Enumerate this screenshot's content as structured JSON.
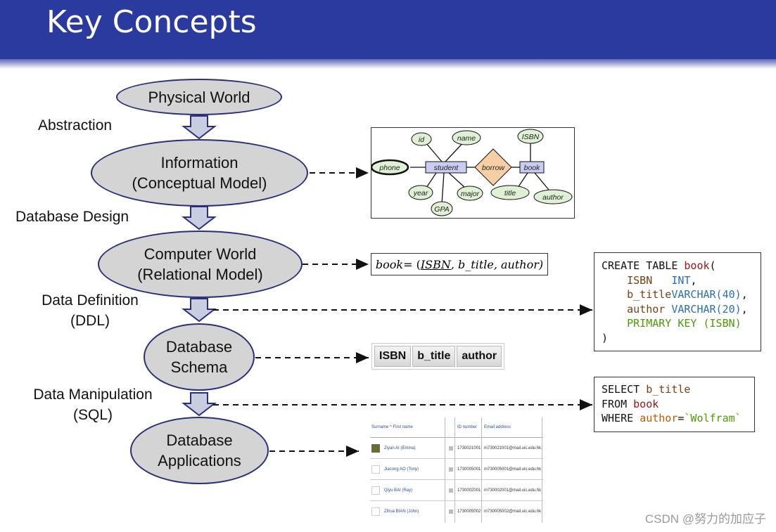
{
  "slide": {
    "title": "Key Concepts"
  },
  "nodes": {
    "physical": "Physical World",
    "information": [
      "Information",
      "(Conceptual Model)"
    ],
    "computer": [
      "Computer World",
      "(Relational Model)"
    ],
    "schema": [
      "Database",
      "Schema"
    ],
    "applications": [
      "Database",
      "Applications"
    ]
  },
  "transitions": {
    "abstraction": "Abstraction",
    "db_design": "Database Design",
    "ddl": [
      "Data Definition",
      "(DDL)"
    ],
    "sql": [
      "Data Manipulation",
      "(SQL)"
    ]
  },
  "er": {
    "entities": [
      "student",
      "book"
    ],
    "relationship": "borrow",
    "attributes": [
      "id",
      "name",
      "phone",
      "year",
      "major",
      "GPA",
      "ISBN",
      "title",
      "author"
    ]
  },
  "relational_formula": {
    "lhs": "book",
    "eq": " = (",
    "isbn": "ISBN",
    "rest": ", b_title, author)"
  },
  "create_sql": {
    "l1a": "CREATE TABLE ",
    "l1b": "book",
    "l1c": "(",
    "l2a": "    ISBN   ",
    "l2b": "INT",
    "l2c": ",",
    "l3a": "    b_title",
    "l3b": "VARCHAR(40)",
    "l3c": ",",
    "l4a": "    author ",
    "l4b": "VARCHAR(20)",
    "l4c": ",",
    "l5a": "    PRIMARY KEY (ISBN)",
    "l6": ")"
  },
  "select_sql": {
    "l1a": "SELECT ",
    "l1b": "b_title",
    "l2a": "FROM ",
    "l2b": "book",
    "l3a": "WHERE ",
    "l3b": "author",
    "l3c": "=",
    "l3d": "`Wolfram`"
  },
  "schema_cols": [
    "ISBN",
    "b_title",
    "author"
  ],
  "app_table": {
    "headers": [
      "Surname ^ First name",
      "ID number",
      "Email address"
    ],
    "rows": [
      [
        "Ziyan AI (Emma)",
        "1730021001",
        "m730021001@mail.uic.edu.hk"
      ],
      [
        "Jiacong AO (Tony)",
        "1730005001",
        "m730005001@mail.uic.edu.hk"
      ],
      [
        "Qiyu BAI (Ray)",
        "1730002001",
        "m730002001@mail.uic.edu.hk"
      ],
      [
        "Zihua BIAN (John)",
        "1730005002",
        "m730005002@mail.uic.edu.hk"
      ]
    ]
  },
  "watermark": "CSDN @努力的加应子",
  "colors": {
    "header": "#2b3a9e",
    "ellipse_fill": "#d4d4d4",
    "ellipse_border": "#2b2f7a",
    "entity": "#c9cdf2",
    "relationship": "#f6cfa6",
    "attribute": "#dff0d4"
  }
}
